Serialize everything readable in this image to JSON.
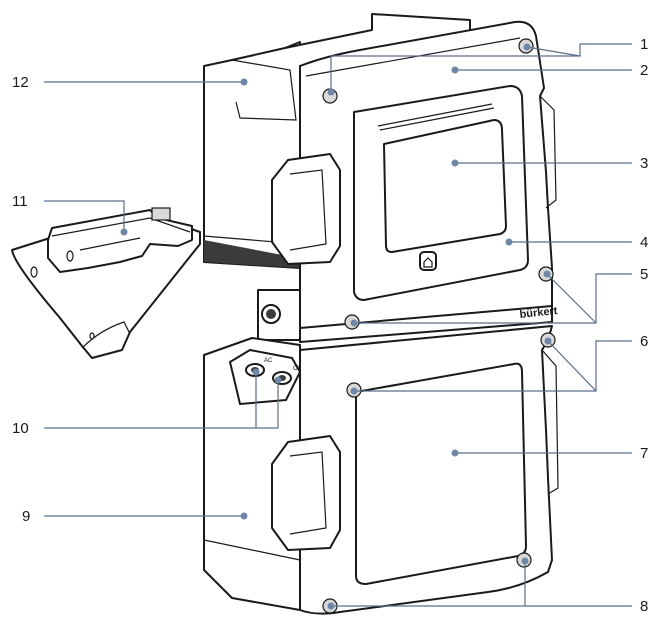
{
  "figure": {
    "brand_mark": "bürkert",
    "connector_labels": [
      "AC",
      "OUT"
    ]
  },
  "callouts": [
    {
      "id": "1",
      "label": "1"
    },
    {
      "id": "2",
      "label": "2"
    },
    {
      "id": "3",
      "label": "3"
    },
    {
      "id": "4",
      "label": "4"
    },
    {
      "id": "5",
      "label": "5"
    },
    {
      "id": "6",
      "label": "6"
    },
    {
      "id": "7",
      "label": "7"
    },
    {
      "id": "8",
      "label": "8"
    },
    {
      "id": "9",
      "label": "9"
    },
    {
      "id": "10",
      "label": "10"
    },
    {
      "id": "11",
      "label": "11"
    },
    {
      "id": "12",
      "label": "12"
    }
  ]
}
